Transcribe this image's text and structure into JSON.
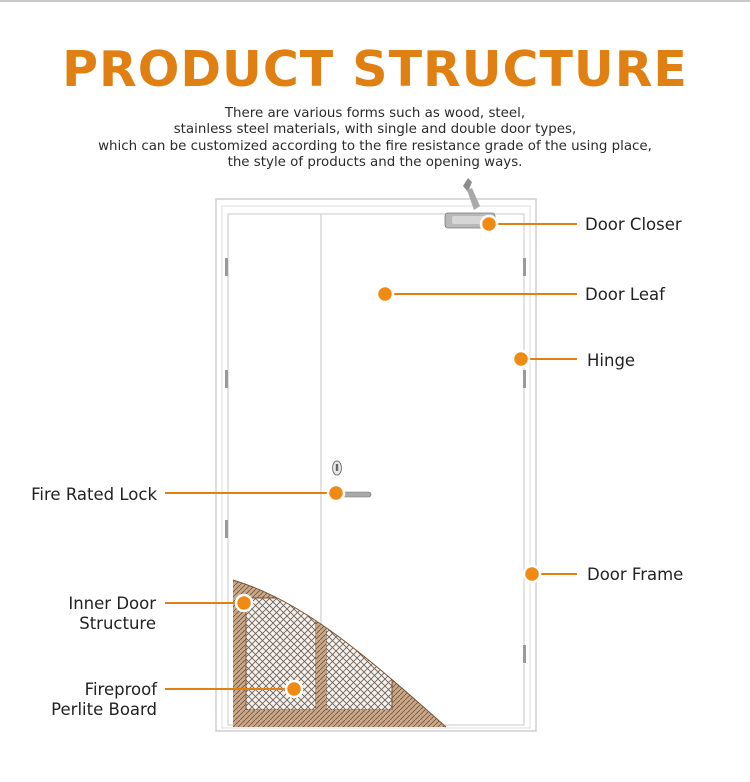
{
  "header": {
    "title": "PRODUCT STRUCTURE",
    "description_lines": [
      "There are various forms such as wood, steel,",
      "stainless steel materials, with single and double door types,",
      "which can be customized according to the fire resistance grade of the using place,",
      "the style of products and the opening ways."
    ]
  },
  "labels": {
    "door_closer": "Door Closer",
    "door_leaf": "Door Leaf",
    "hinge": "Hinge",
    "fire_rated_lock": "Fire Rated Lock",
    "door_frame": "Door Frame",
    "inner_door_structure": [
      "Inner Door",
      "Structure"
    ],
    "fireproof_perlite_board": [
      "Fireproof",
      "Perlite Board"
    ]
  },
  "colors": {
    "accent": "#e07f12",
    "marker": "#f08a12",
    "text": "#222222",
    "door_outline": "#c8c8c8",
    "core_brown": "#a0704a"
  }
}
